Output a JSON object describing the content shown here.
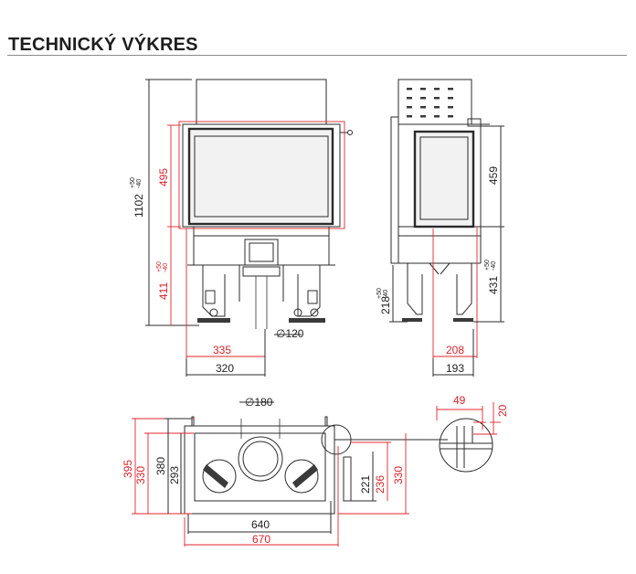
{
  "header": {
    "title": "TECHNICKÝ VÝKRES"
  },
  "front_view": {
    "dims": {
      "total_height": "1102",
      "total_height_tol": {
        "plus": "+50",
        "minus": "-40"
      },
      "glass_height": "495",
      "base_height": "411",
      "base_height_tol": {
        "plus": "+50",
        "minus": "-40"
      },
      "flue_diameter": "∅120",
      "width_red": "335",
      "width_black": "320"
    }
  },
  "side_view": {
    "dims": {
      "glass_height": "459",
      "base_height": "431",
      "base_height_tol": {
        "plus": "+50",
        "minus": "-40"
      },
      "foot_height": "218",
      "foot_height_tol": {
        "plus": "+50",
        "minus": "-40"
      },
      "depth_red": "208",
      "depth_black": "193"
    }
  },
  "top_view": {
    "dims": {
      "flue_diameter": "∅180",
      "depth_outer": "395",
      "depth_mid": "380",
      "depth_frame": "330",
      "depth_inner": "293",
      "side_depth": "221",
      "side_depth_red": "236",
      "side_depth_right": "330",
      "width_black": "640",
      "width_red": "670"
    }
  },
  "detail_view": {
    "dims": {
      "offset_x": "49",
      "offset_y": "20"
    }
  },
  "colors": {
    "accent": "#e0262e",
    "line": "#2b2b2b"
  }
}
